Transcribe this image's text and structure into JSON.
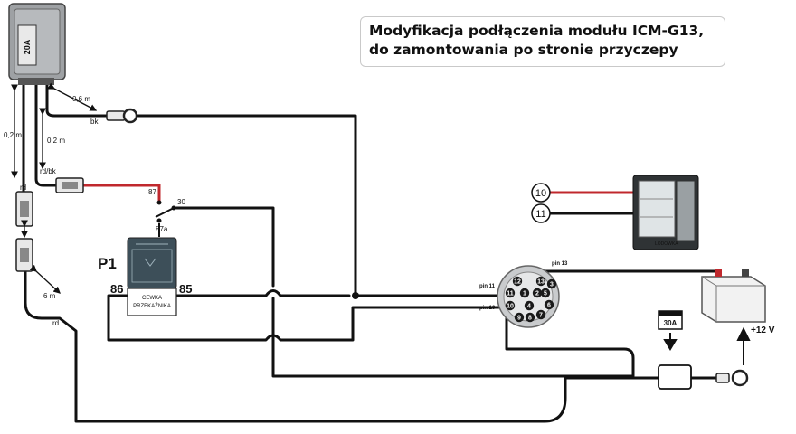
{
  "title": {
    "line1": "Modyfikacja podłączenia modułu ICM-G13,",
    "line2": "do zamontowania po stronie przyczepy"
  },
  "module": {
    "fuse_label": "20A"
  },
  "labels": {
    "bk": "bk",
    "dist_06": "0,6 m",
    "dist_02_left": "0,2 m",
    "dist_02_mid": "0,2 m",
    "rd_bk": "rd/bk",
    "rd_top": "rd",
    "rd_bottom": "rd",
    "dist_6": "6 m"
  },
  "relay": {
    "name": "P1",
    "terminal_87": "87",
    "terminal_30": "30",
    "terminal_87a": "87a",
    "terminal_86": "86",
    "terminal_85": "85",
    "coil_line1": "CEWKA",
    "coil_line2": "PRZEKAŹNIKA"
  },
  "socket": {
    "pin_11": "pin 11",
    "pin_10": "pin 10",
    "pin_13": "pin 13",
    "pins": [
      "12",
      "13",
      "11",
      "1",
      "2",
      "10",
      "9",
      "8",
      "7",
      "6",
      "5",
      "4",
      "3"
    ]
  },
  "fridge": {
    "label": "LODÓWKA",
    "wire_10": "10",
    "wire_11": "11"
  },
  "fuse30": {
    "label": "30A"
  },
  "battery": {
    "voltage": "+12 V"
  },
  "colors": {
    "wire": "#111111",
    "wire_red": "#c0282d",
    "casing": "#8a8d90"
  }
}
